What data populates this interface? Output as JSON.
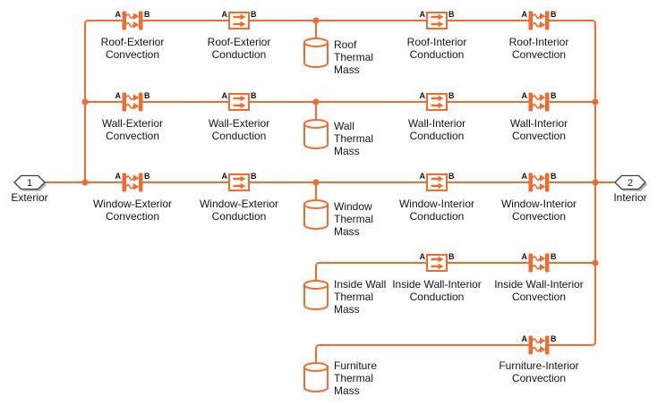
{
  "colors": {
    "wire": "#ED6D31",
    "text": "#141414"
  },
  "pins": {
    "a": "A",
    "b": "B"
  },
  "ports": {
    "exterior": {
      "number": "1",
      "label": "Exterior"
    },
    "interior": {
      "number": "2",
      "label": "Interior"
    }
  },
  "rows": [
    {
      "name": "roof",
      "exterior_convection": "Roof-Exterior\nConvection",
      "exterior_conduction": "Roof-Exterior\nConduction",
      "thermal_mass": "Roof\nThermal\nMass",
      "interior_conduction": "Roof-Interior\nConduction",
      "interior_convection": "Roof-Interior\nConvection"
    },
    {
      "name": "wall",
      "exterior_convection": "Wall-Exterior\nConvection",
      "exterior_conduction": "Wall-Exterior\nConduction",
      "thermal_mass": "Wall\nThermal\nMass",
      "interior_conduction": "Wall-Interior\nConduction",
      "interior_convection": "Wall-Interior\nConvection"
    },
    {
      "name": "window",
      "exterior_convection": "Window-Exterior\nConvection",
      "exterior_conduction": "Window-Exterior\nConduction",
      "thermal_mass": "Window\nThermal\nMass",
      "interior_conduction": "Window-Interior\nConduction",
      "interior_convection": "Window-Interior\nConvection"
    },
    {
      "name": "inside-wall",
      "thermal_mass": "Inside Wall\nThermal\nMass",
      "interior_conduction": "Inside Wall-Interior\nConduction",
      "interior_convection": "Inside Wall-Interior\nConvection"
    },
    {
      "name": "furniture",
      "thermal_mass": "Furniture\nThermal\nMass",
      "interior_convection": "Furniture-Interior\nConvection"
    }
  ]
}
